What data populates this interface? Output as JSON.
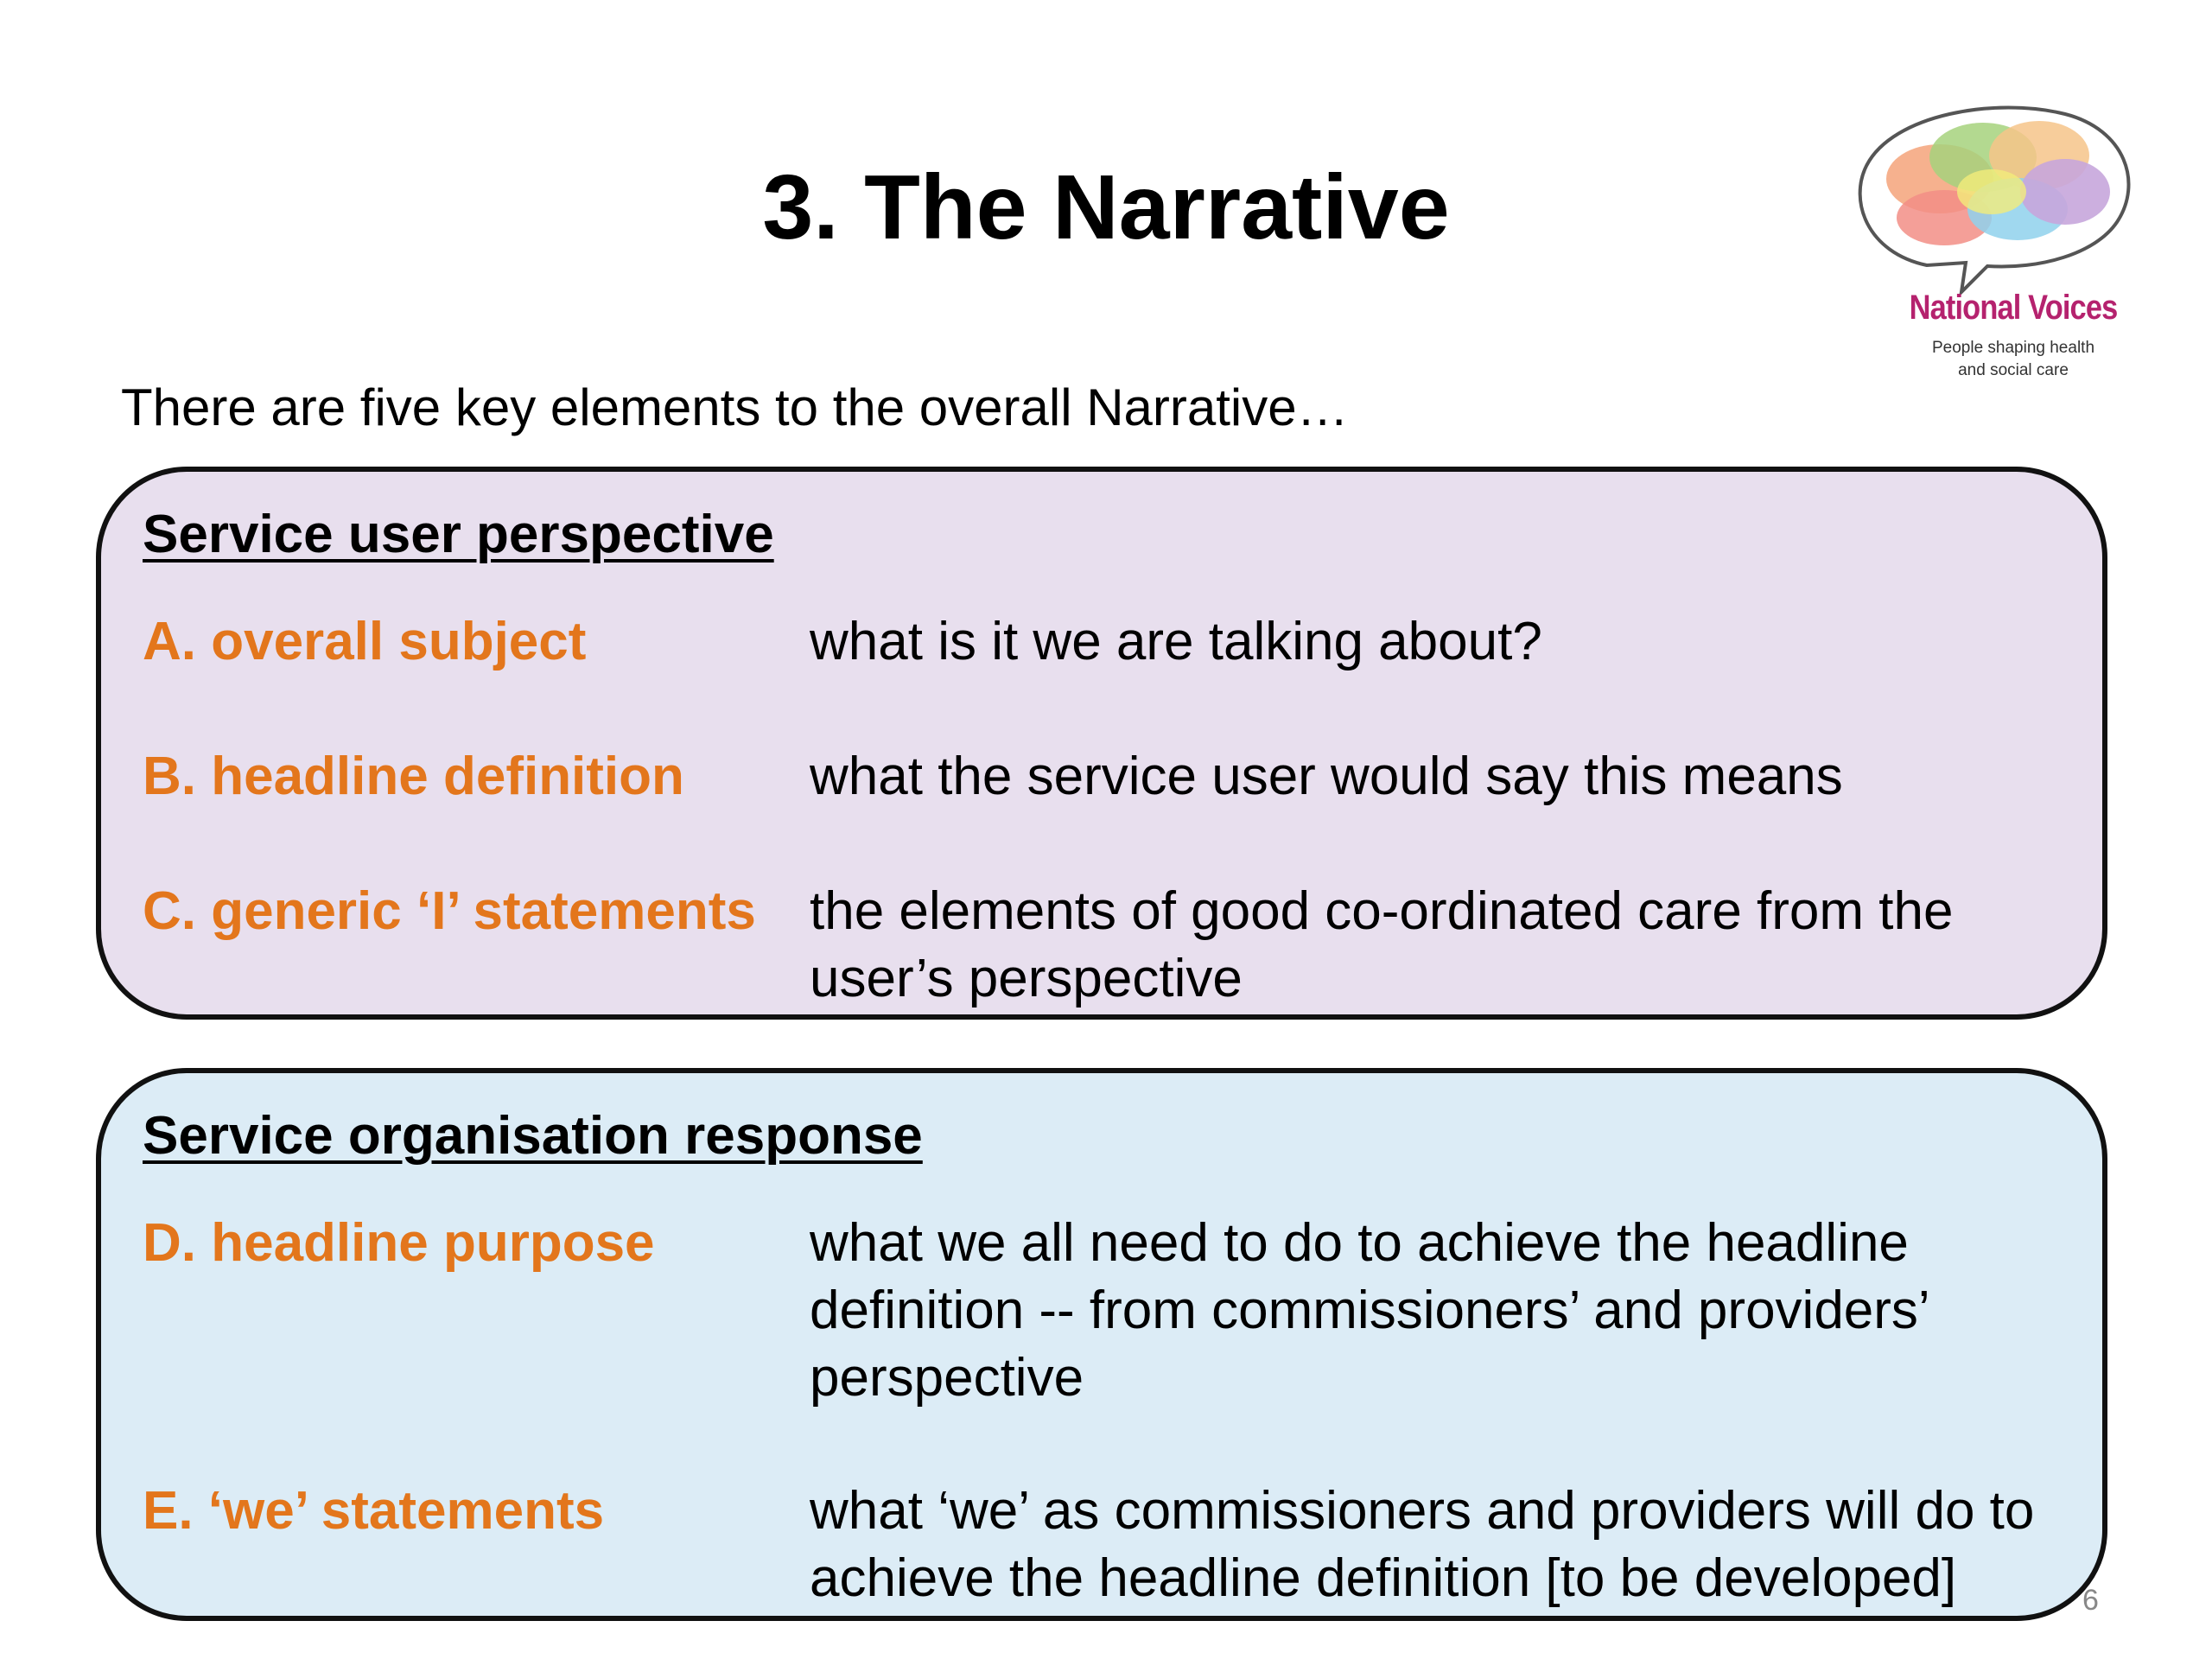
{
  "title": "3. The Narrative",
  "intro": "There are five key elements to the overall Narrative…",
  "logo": {
    "name": "National Voices",
    "tagline_line1": "People shaping health",
    "tagline_line2": "and social care",
    "colors": [
      "#f4a37a",
      "#f6c48a",
      "#a6d27c",
      "#f28e86",
      "#8fd1ec",
      "#c7a6dc",
      "#f3ec7a"
    ]
  },
  "section_user": {
    "heading": "Service user perspective",
    "background": "#e8dfee",
    "rows": [
      {
        "label": "A. overall subject",
        "desc": "what is it we are talking about?"
      },
      {
        "label": "B. headline definition",
        "desc": "what the service user would say this means"
      },
      {
        "label": "C. generic ‘I’ statements",
        "desc": "the elements of good co-ordinated care from the user’s perspective"
      }
    ]
  },
  "section_org": {
    "heading": "Service organisation response",
    "background": "#dcecf6",
    "rows": [
      {
        "label": "D. headline purpose",
        "desc": "what we all need to do to achieve the headline definition -- from commissioners’ and providers’ perspective"
      },
      {
        "label": "E. ‘we’ statements",
        "desc": "what ‘we’ as commissioners and providers will do to achieve the headline definition [to be developed]"
      }
    ]
  },
  "accent_color": "#e3761c",
  "page_number": "6"
}
